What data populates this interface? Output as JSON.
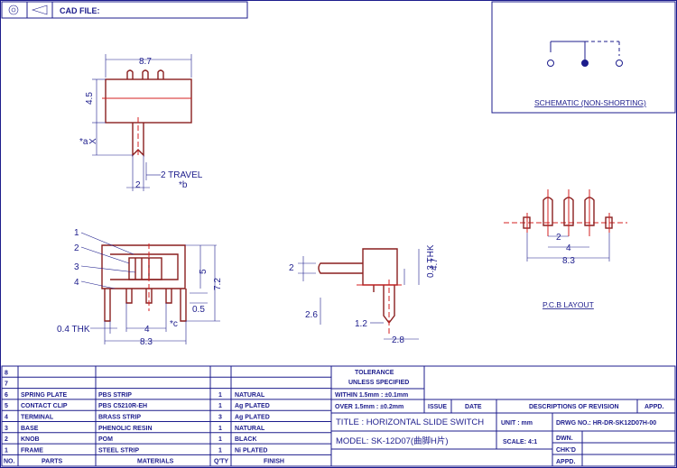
{
  "header": {
    "cad_file_label": "CAD FILE:"
  },
  "schematic": {
    "label": "SCHEMATIC (NON-SHORTING)"
  },
  "pcb": {
    "label": "P.C.B LAYOUT",
    "dim_pitch": "2",
    "dim_mid": "4",
    "dim_total": "8.3"
  },
  "top_view": {
    "dim_width": "8.7",
    "dim_height": "4.5",
    "dim_a": "*a",
    "dim_x": "X",
    "dim_knob": "2",
    "dim_travel": "2 TRAVEL",
    "dim_b": "*b"
  },
  "front_view": {
    "callouts": [
      "1",
      "2",
      "3",
      "4"
    ],
    "dim_thk": "0.4 THK",
    "dim_pitch": "4",
    "dim_c": "*c",
    "dim_total": "8.3",
    "dim_05": "0.5",
    "dim_5": "5",
    "dim_72": "7.2"
  },
  "side_view": {
    "dim_2": "2",
    "dim_03thk": "0.3 THK",
    "dim_47": "4.7",
    "dim_26": "2.6",
    "dim_12": "1.2",
    "dim_28": "2.8"
  },
  "bom": {
    "rows": [
      {
        "no": "8",
        "parts": "",
        "materials": "",
        "qty": "",
        "finish": ""
      },
      {
        "no": "7",
        "parts": "",
        "materials": "",
        "qty": "",
        "finish": ""
      },
      {
        "no": "6",
        "parts": "SPRING PLATE",
        "materials": "PBS STRIP",
        "qty": "1",
        "finish": "NATURAL"
      },
      {
        "no": "5",
        "parts": "CONTACT CLIP",
        "materials": "PBS C5210R-EH",
        "qty": "1",
        "finish": "Ag PLATED"
      },
      {
        "no": "4",
        "parts": "TERMINAL",
        "materials": "BRASS STRIP",
        "qty": "3",
        "finish": "Ag PLATED"
      },
      {
        "no": "3",
        "parts": "BASE",
        "materials": "PHENOLIC RESIN",
        "qty": "1",
        "finish": "NATURAL"
      },
      {
        "no": "2",
        "parts": "KNOB",
        "materials": "POM",
        "qty": "1",
        "finish": "BLACK"
      },
      {
        "no": "1",
        "parts": "FRAME",
        "materials": "STEEL STRIP",
        "qty": "1",
        "finish": "Ni PLATED"
      }
    ],
    "headers": {
      "no": "NO.",
      "parts": "PARTS",
      "materials": "MATERIALS",
      "qty": "Q'TY",
      "finish": "FINISH"
    }
  },
  "title_block": {
    "tolerance": "TOLERANCE",
    "unless": "UNLESS  SPECIFIED",
    "within": "WITHIN 1.5mm : ±0.1mm",
    "over": "OVER 1.5mm : ±0.2mm",
    "issue": "ISSUE",
    "date": "DATE",
    "descriptions": "DESCRIPTIONS OF REVISION",
    "appd": "APPD.",
    "title": "TITLE :  HORIZONTAL  SLIDE  SWITCH",
    "unit": "UNIT :  mm",
    "drwg": "DRWG NO.:  HR-DR-SK12D07H-00",
    "model": "MODEL:  SK-12D07(曲脚H片)",
    "scale": "SCALE:  4:1",
    "dwn": "DWN.",
    "chkd": "CHK'D",
    "appd2": "APPD."
  }
}
